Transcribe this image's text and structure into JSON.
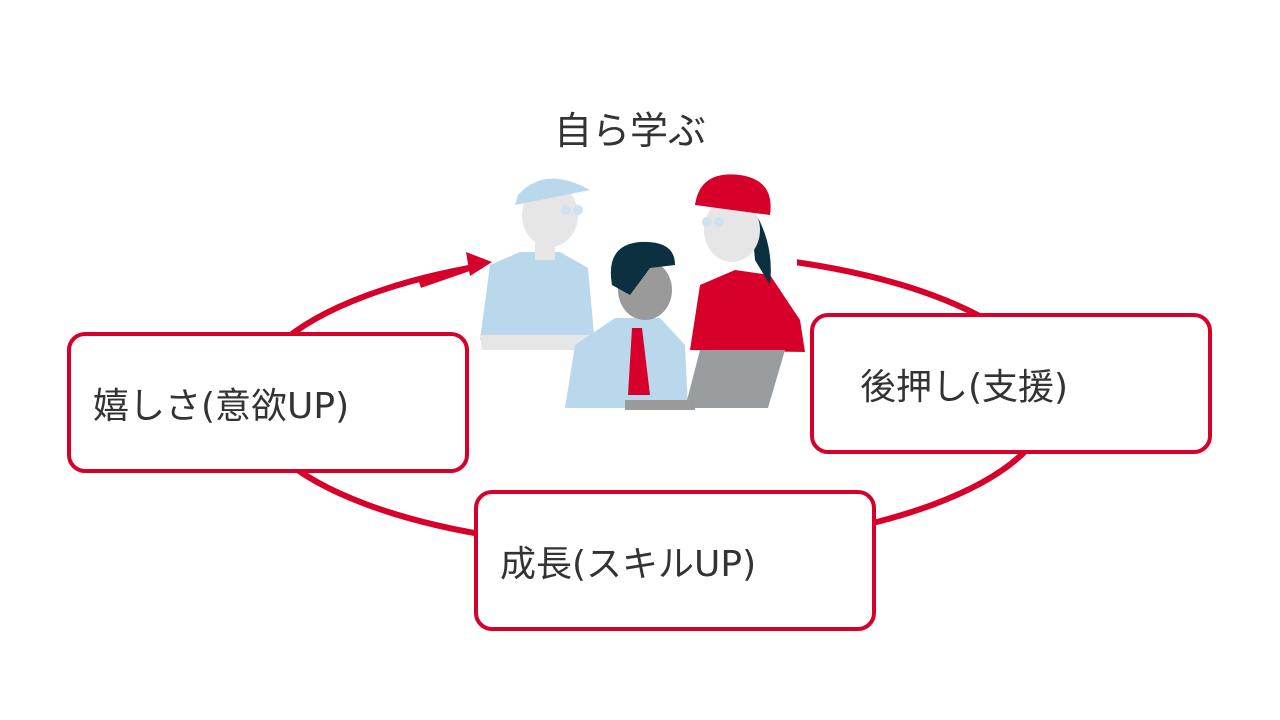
{
  "title": "自ら学ぶ",
  "boxes": {
    "motivation": "嬉しさ(意欲UP)",
    "support": "後押し(支援)",
    "growth": "成長(スキルUP)"
  },
  "colors": {
    "accent": "#d7002a",
    "light_blue": "#b9d8ec",
    "text": "#333333"
  }
}
